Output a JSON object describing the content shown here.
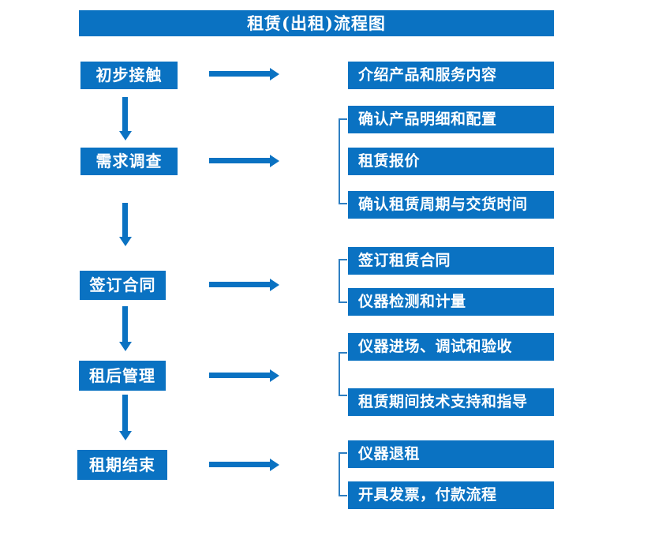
{
  "title": "租赁(出租)流程图",
  "colors": {
    "primary": "#0a72c2",
    "bracket_line": "#2e7fc2",
    "box_text": "#ffffff",
    "background": "#ffffff"
  },
  "stages": [
    {
      "label": "初步接触",
      "details": [
        "介绍产品和服务内容"
      ]
    },
    {
      "label": "需求调查",
      "details": [
        "确认产品明细和配置",
        "租赁报价",
        "确认租赁周期与交货时间"
      ]
    },
    {
      "label": "签订合同",
      "details": [
        "签订租赁合同",
        "仪器检测和计量"
      ]
    },
    {
      "label": "租后管理",
      "details": [
        "仪器进场、调试和验收",
        "租赁期间技术支持和指导"
      ]
    },
    {
      "label": "租期结束",
      "details": [
        "仪器退租",
        "开具发票，付款流程"
      ]
    }
  ]
}
